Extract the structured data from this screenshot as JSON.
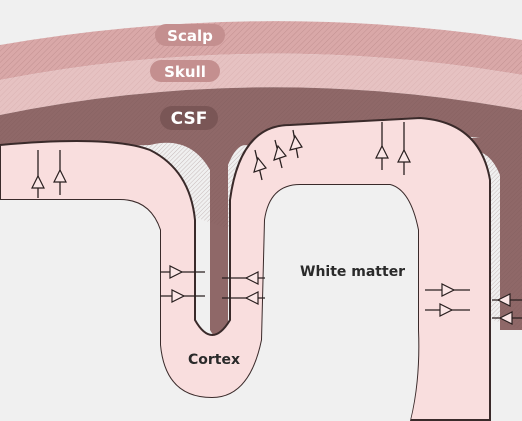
{
  "labels": {
    "scalp": "Scalp",
    "skull": "Skull",
    "csf": "CSF",
    "white_matter": "White matter",
    "cortex": "Cortex"
  },
  "colors": {
    "background": "#f0f0f0",
    "scalp": "#d9a8a8",
    "skull": "#e6c2c2",
    "csf": "#8f6868",
    "cortex": "#f9dede",
    "white_matter": "#ffffff"
  }
}
